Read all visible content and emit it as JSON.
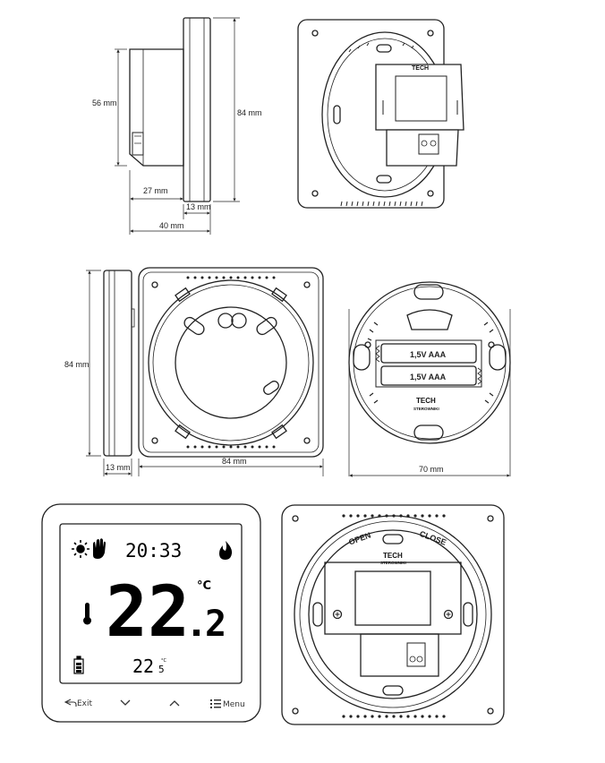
{
  "dimensions": {
    "height_side": "56 mm",
    "height_total": "84 mm",
    "depth_body": "27 mm",
    "depth_front": "13 mm",
    "depth_total": "40 mm",
    "height_frame": "84 mm",
    "depth_frame": "13 mm",
    "width_frame": "84 mm",
    "width_battery": "70 mm"
  },
  "labels": {
    "brand": "TECH",
    "brand_sub": "STEROWNIKI",
    "battery": "1,5V AAA",
    "open": "OPEN",
    "close": "CLOSE"
  },
  "display": {
    "time": "20:33",
    "temp_main_int": "22",
    "temp_main_dec": "2",
    "unit": "°C",
    "temp_small_int": "22",
    "temp_small_dec": "5",
    "unit_small": "°C"
  },
  "buttons": {
    "exit_label": "Exit",
    "menu_label": "Menu"
  },
  "icons": {
    "sun": "sun-icon",
    "hand": "hand-icon",
    "flame": "flame-icon",
    "thermometer": "thermometer-icon",
    "battery": "battery-icon",
    "exit": "back-arrow-icon",
    "down": "chevron-down-icon",
    "up": "chevron-up-icon",
    "menu": "menu-icon"
  }
}
